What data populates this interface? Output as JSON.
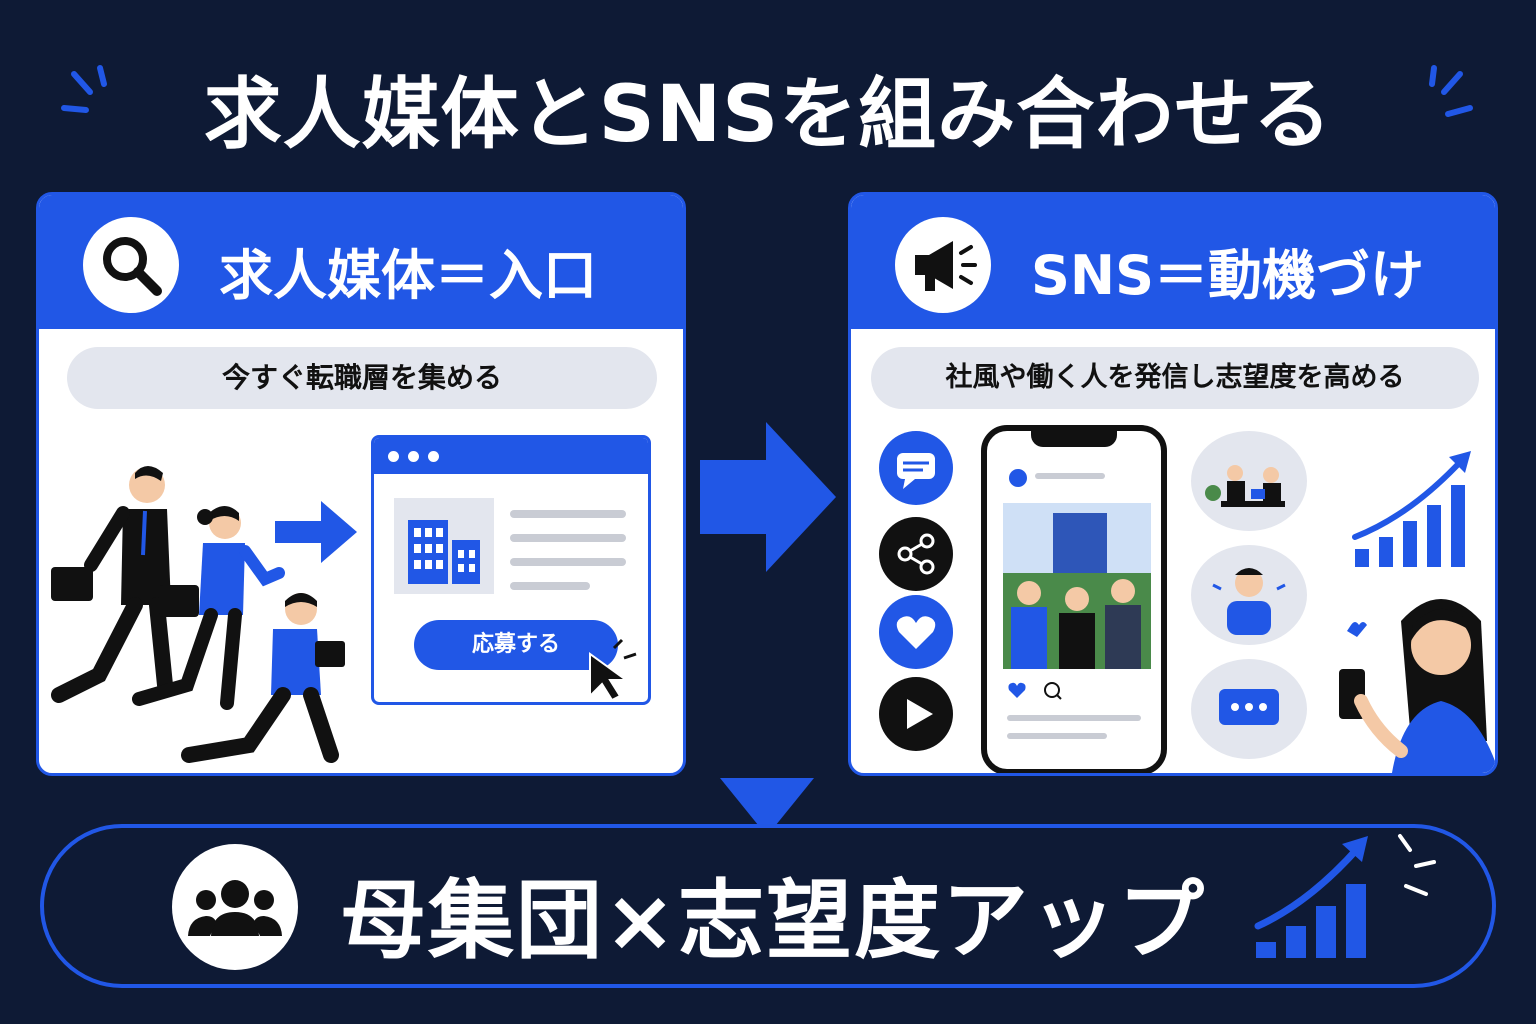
{
  "title": "求人媒体とSNSを組み合わせる",
  "left_panel": {
    "header": "求人媒体＝入口",
    "header_icon": "search-icon",
    "subtitle": "今すぐ転職層を集める",
    "apply_button": "応募する"
  },
  "right_panel": {
    "header": "SNS＝動機づけ",
    "header_icon": "megaphone-icon",
    "subtitle": "社風や働く人を発信し志望度を高める",
    "side_icons": [
      "chat-icon",
      "share-icon",
      "heart-icon",
      "play-icon"
    ]
  },
  "bottom": {
    "text": "母集団×志望度アップ",
    "icon": "people-group-icon"
  },
  "colors": {
    "background": "#0e1a35",
    "accent": "#2157e6",
    "pill": "#e3e6ee",
    "text_light": "#ffffff"
  }
}
